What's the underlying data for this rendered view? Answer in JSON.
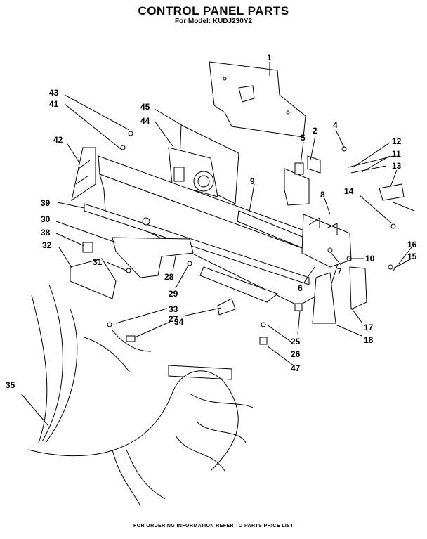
{
  "title": "CONTROL PANEL PARTS",
  "subtitle": "For Model: KUDJ230Y2",
  "footer": "FOR ORDERING INFORMATION REFER TO PARTS PRICE LIST",
  "callouts": [
    "1",
    "2",
    "4",
    "5",
    "12",
    "11",
    "13",
    "14",
    "43",
    "41",
    "45",
    "44",
    "42",
    "9",
    "8",
    "39",
    "30",
    "38",
    "32",
    "31",
    "28",
    "29",
    "10",
    "7",
    "16",
    "15",
    "6",
    "33",
    "34",
    "27",
    "25",
    "26",
    "47",
    "17",
    "18",
    "35"
  ]
}
